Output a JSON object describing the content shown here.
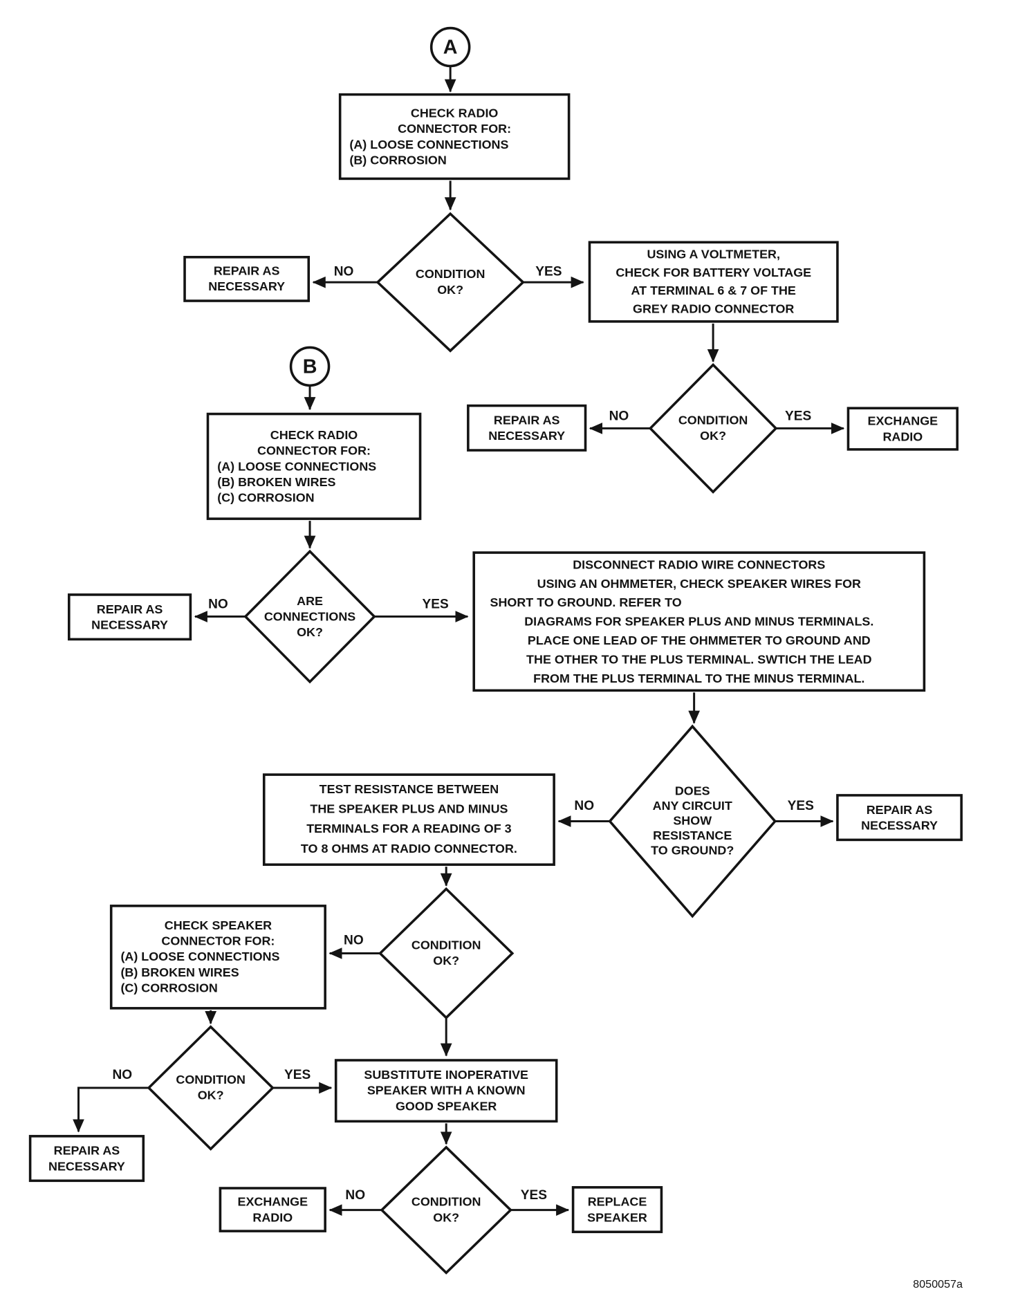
{
  "page": {
    "doc_id": "8050057a",
    "ink": "#141414",
    "background": "#ffffff"
  },
  "labels": {
    "yes": "YES",
    "no": "NO"
  },
  "connectors": {
    "a": "A",
    "b": "B"
  },
  "nodes": {
    "check_radio_a": {
      "lines": [
        "CHECK RADIO",
        "CONNECTOR FOR:",
        "(A) LOOSE CONNECTIONS",
        "(B) CORROSION"
      ]
    },
    "condition_ok_1": {
      "lines": [
        "CONDITION",
        "OK?"
      ]
    },
    "repair_1": {
      "lines": [
        "REPAIR AS",
        "NECESSARY"
      ]
    },
    "voltmeter": {
      "lines": [
        "USING A VOLTMETER,",
        "CHECK FOR BATTERY VOLTAGE",
        "AT TERMINAL 6 & 7 OF THE",
        "GREY RADIO CONNECTOR"
      ]
    },
    "condition_ok_2": {
      "lines": [
        "CONDITION",
        "OK?"
      ]
    },
    "repair_2": {
      "lines": [
        "REPAIR AS",
        "NECESSARY"
      ]
    },
    "exchange_radio_1": {
      "lines": [
        "EXCHANGE",
        "RADIO"
      ]
    },
    "check_radio_b": {
      "lines": [
        "CHECK RADIO",
        "CONNECTOR FOR:",
        "(A) LOOSE CONNECTIONS",
        "(B) BROKEN WIRES",
        "(C) CORROSION"
      ]
    },
    "are_connections_ok": {
      "lines": [
        "ARE",
        "CONNECTIONS",
        "OK?"
      ]
    },
    "repair_3": {
      "lines": [
        "REPAIR AS",
        "NECESSARY"
      ]
    },
    "disconnect_check": {
      "lines": [
        "DISCONNECT RADIO WIRE CONNECTORS",
        "USING AN OHMMETER, CHECK SPEAKER WIRES FOR",
        "SHORT TO GROUND.  REFER TO",
        "DIAGRAMS FOR SPEAKER PLUS AND MINUS TERMINALS.",
        "PLACE ONE LEAD OF THE OHMMETER TO GROUND AND",
        "THE OTHER TO THE PLUS TERMINAL.  SWTICH THE LEAD",
        "FROM THE PLUS TERMINAL TO THE MINUS TERMINAL."
      ]
    },
    "circuit_resistance": {
      "lines": [
        "DOES",
        "ANY CIRCUIT",
        "SHOW",
        "RESISTANCE",
        "TO GROUND?"
      ]
    },
    "repair_4": {
      "lines": [
        "REPAIR AS",
        "NECESSARY"
      ]
    },
    "test_resistance": {
      "lines": [
        "TEST RESISTANCE  BETWEEN",
        "THE SPEAKER PLUS AND MINUS",
        "TERMINALS FOR A READING OF 3",
        "TO 8 OHMS AT RADIO CONNECTOR."
      ]
    },
    "condition_ok_3": {
      "lines": [
        "CONDITION",
        "OK?"
      ]
    },
    "check_speaker": {
      "lines": [
        "CHECK SPEAKER",
        "CONNECTOR FOR:",
        "(A) LOOSE CONNECTIONS",
        "(B) BROKEN WIRES",
        "(C) CORROSION"
      ]
    },
    "condition_ok_4": {
      "lines": [
        "CONDITION",
        "OK?"
      ]
    },
    "repair_5": {
      "lines": [
        "REPAIR AS",
        "NECESSARY"
      ]
    },
    "substitute_speaker": {
      "lines": [
        "SUBSTITUTE INOPERATIVE",
        "SPEAKER WITH A KNOWN",
        "GOOD SPEAKER"
      ]
    },
    "condition_ok_5": {
      "lines": [
        "CONDITION",
        "OK?"
      ]
    },
    "exchange_radio_2": {
      "lines": [
        "EXCHANGE",
        "RADIO"
      ]
    },
    "replace_speaker": {
      "lines": [
        "REPLACE",
        "SPEAKER"
      ]
    }
  }
}
